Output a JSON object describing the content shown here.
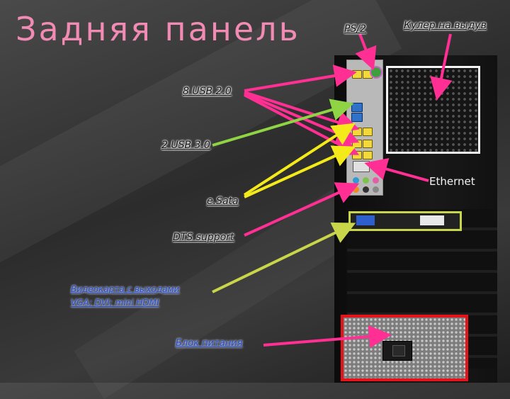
{
  "title": "Задняя панель",
  "labels": {
    "ps2": "PS/2",
    "cooler": "Кулер на выдув",
    "usb20": "8 USB 2.0",
    "usb30": "2 USB 3.0",
    "ethernet": "Ethernet",
    "esata": "e.Sata",
    "dts": "DTS support",
    "gpu_line1": "Видеокарта с выходами",
    "gpu_line2": "VGA; DVI; mini HDMI",
    "psu": "Блок питания"
  },
  "colors": {
    "title": "#f28bb4",
    "pink_arrow": "#ff2f93",
    "green_arrow": "#8fd444",
    "yellow_arrow": "#f4ea1a",
    "olive_arrow": "#c9d64a",
    "psu_frame": "#e5141b"
  }
}
